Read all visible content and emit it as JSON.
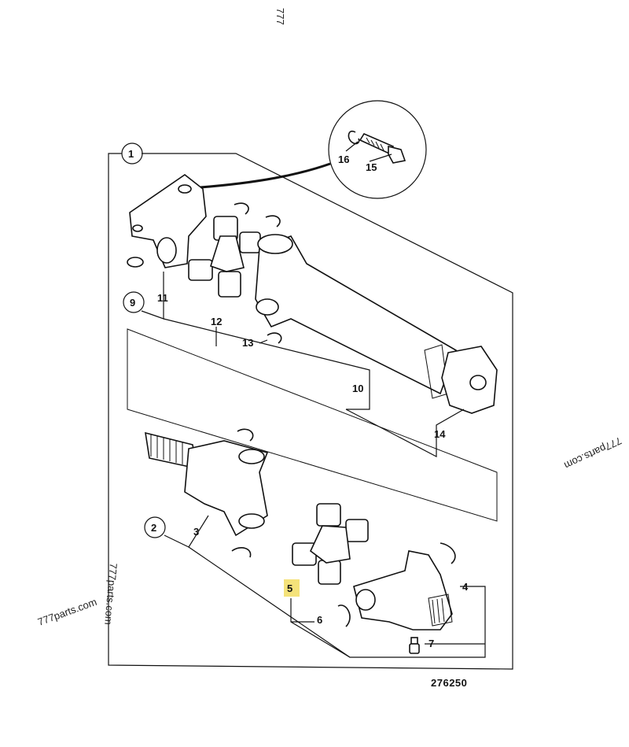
{
  "drawing_number": "276250",
  "highlight_color": "#f4e27a",
  "watermarks": [
    "777parts.com",
    "777parts.com",
    "777parts.com",
    "777"
  ],
  "callouts": {
    "c1": "1",
    "c2": "2",
    "c9": "9",
    "p3": "3",
    "p4": "4",
    "p5": "5",
    "p6": "6",
    "p7": "7",
    "p10": "10",
    "p11": "11",
    "p12": "12",
    "p13": "13",
    "p14": "14",
    "p15": "15",
    "p16": "16"
  }
}
